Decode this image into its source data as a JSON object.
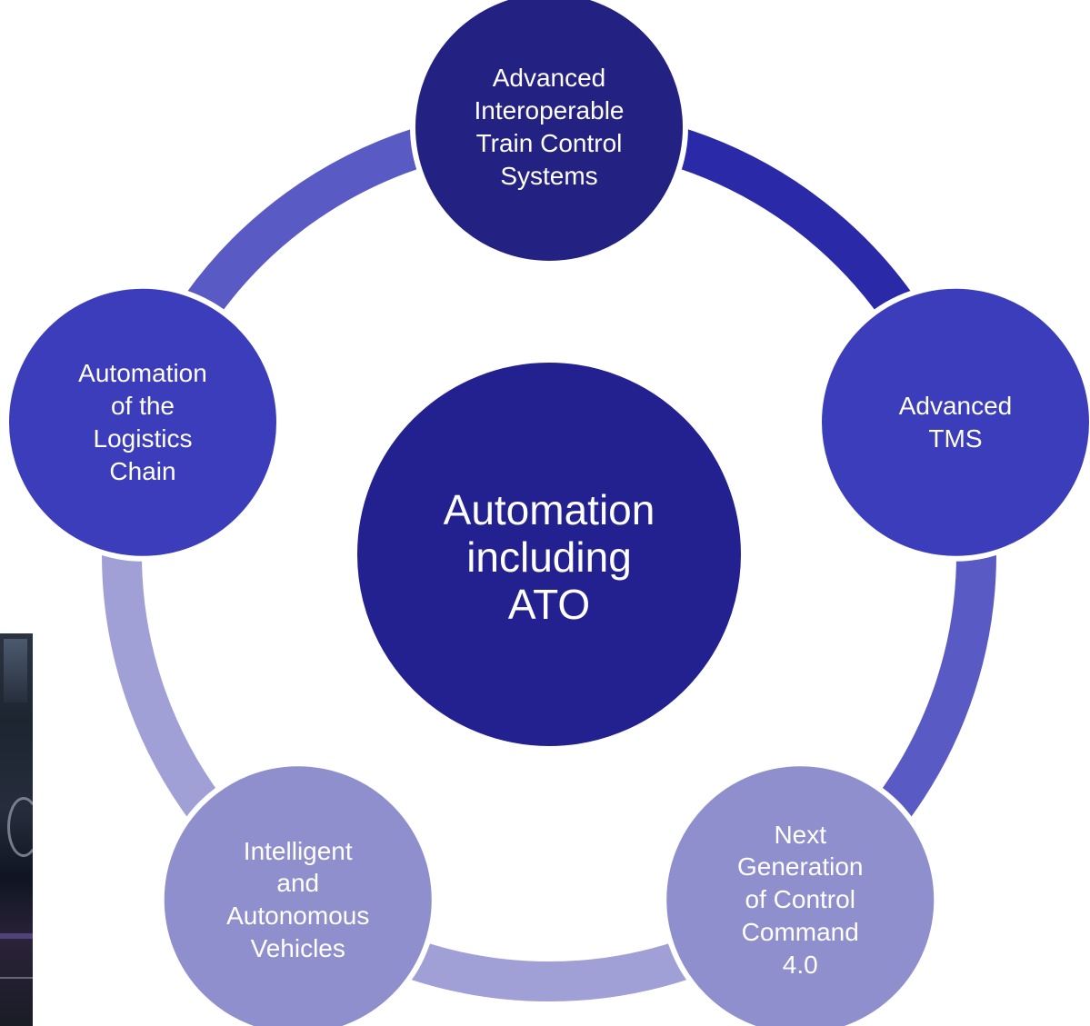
{
  "background_photo": {
    "description_visible": "partial photo on left edge"
  },
  "center": {
    "label": "Automation\nincluding\nATO",
    "color": "#232090"
  },
  "nodes": [
    {
      "label": "Advanced\nInteroperable\nTrain Control\nSystems",
      "color": "#232182"
    },
    {
      "label": "Advanced\nTMS",
      "color": "#3b3dba"
    },
    {
      "label": "Next\nGeneration\nof Control\nCommand\n4.0",
      "color": "#8f8fcd"
    },
    {
      "label": "Intelligent\nand\nAutonomous\nVehicles",
      "color": "#8f8fcd"
    },
    {
      "label": "Automation\nof the\nLogistics\nChain",
      "color": "#3b3dba"
    }
  ],
  "arcs": [
    {
      "color": "#2a2aa8"
    },
    {
      "color": "#5a5ac4"
    },
    {
      "color": "#a0a0d6"
    },
    {
      "color": "#a0a0d6"
    },
    {
      "color": "#5a5ac4"
    }
  ]
}
